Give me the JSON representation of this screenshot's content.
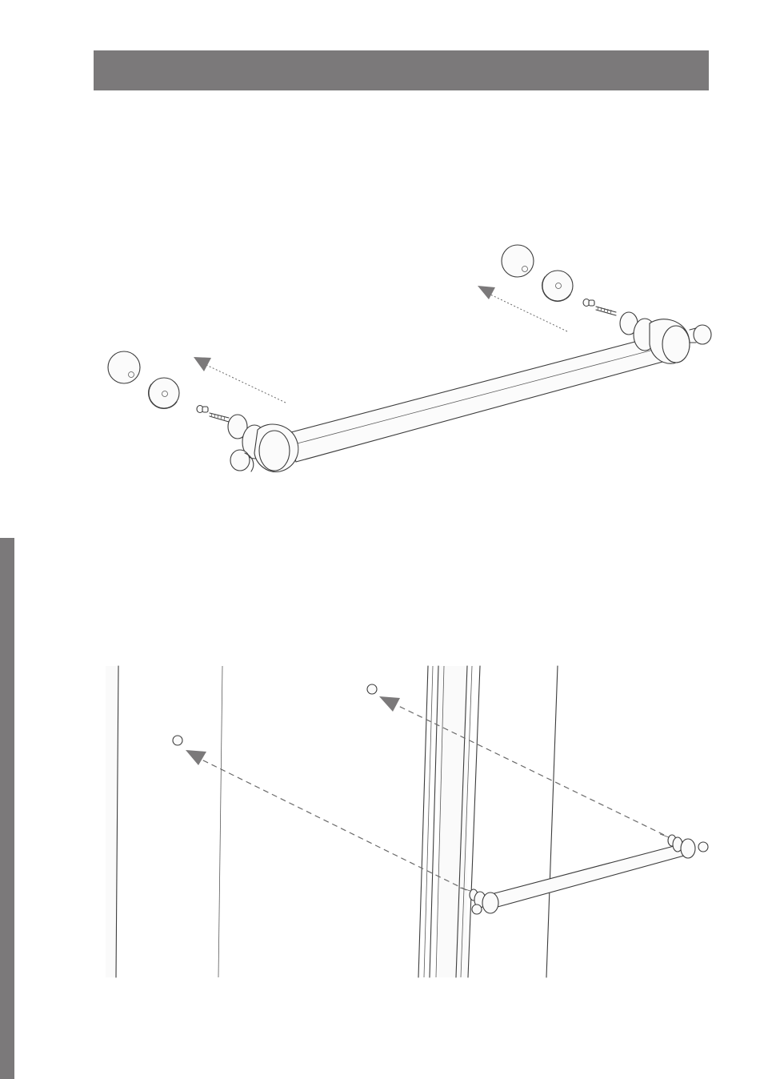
{
  "page": {
    "header_text": "",
    "accent_color": "#7b797a"
  },
  "figures": [
    {
      "name": "towel-bar-exploded-view",
      "parts": [
        "cap-cover",
        "rosette-base",
        "mounting-screw",
        "bar-post",
        "bar-tube"
      ]
    },
    {
      "name": "towel-bar-glass-mounting",
      "parts": [
        "glass-hole",
        "glass-panel",
        "towel-bar"
      ]
    }
  ]
}
